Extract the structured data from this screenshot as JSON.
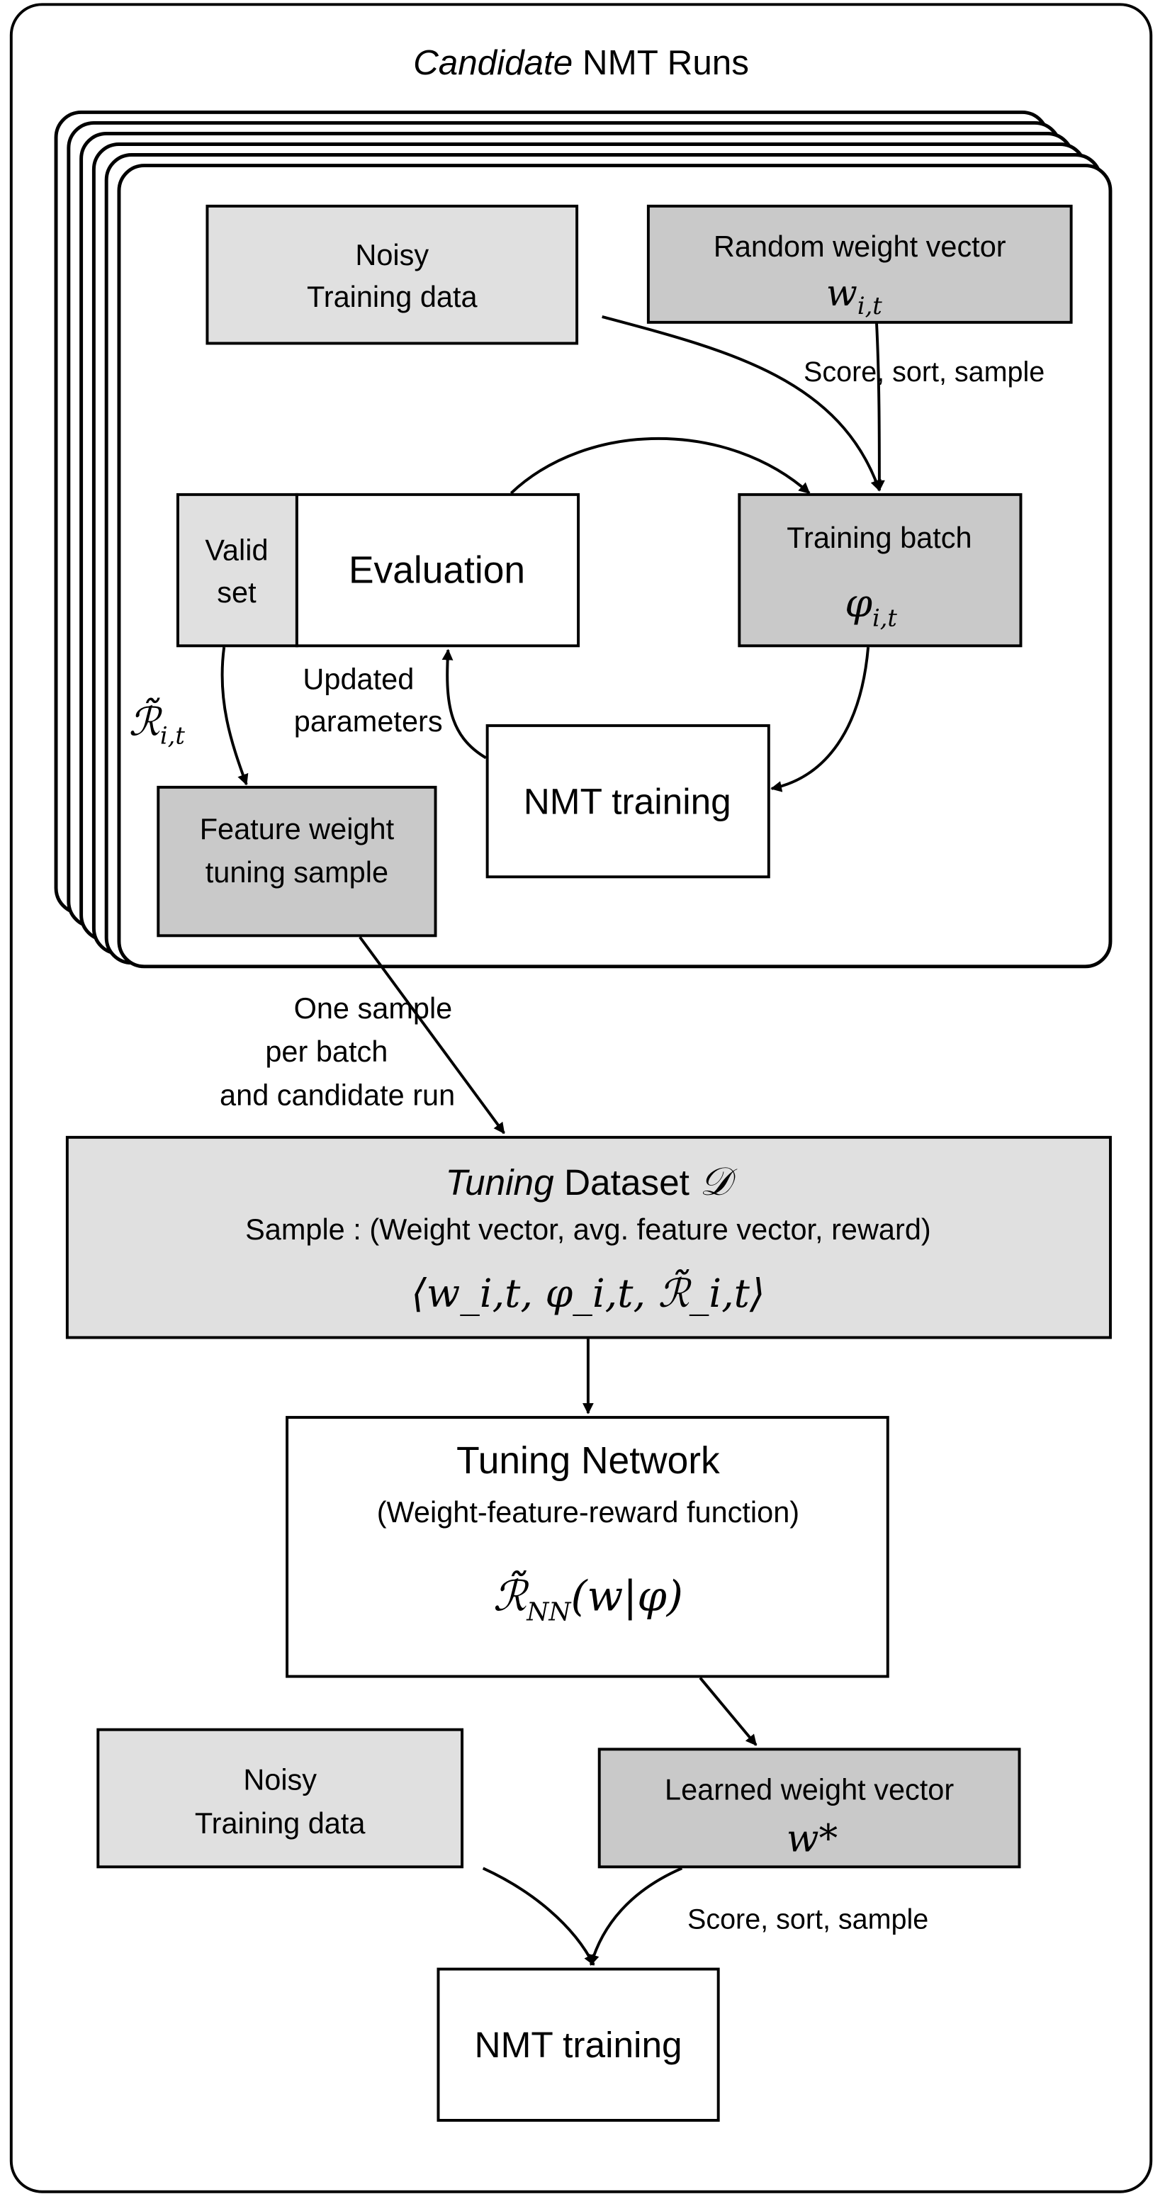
{
  "title": {
    "italic": "Candidate",
    "rest": " NMT Runs"
  },
  "colors": {
    "light": "#e0e0e0",
    "dark": "#c9c9c9",
    "stroke": "#000000"
  },
  "noisy_data": {
    "line1": "Noisy",
    "line2": "Training data"
  },
  "random_weight": {
    "label": "Random weight vector",
    "math": "w",
    "sub": "i,t"
  },
  "score_sort_sample_top": "Score, sort, sample",
  "valid_set": {
    "line1": "Valid",
    "line2": "set"
  },
  "evaluation": "Evaluation",
  "training_batch": {
    "label": "Training batch",
    "math": "φ",
    "sub": "i,t"
  },
  "updated_parameters": {
    "line1": "Updated",
    "line2": "parameters"
  },
  "reward_label": {
    "math": "ℛ̃",
    "sub": "i,t"
  },
  "nmt_training_inner": "NMT training",
  "feature_sample": {
    "line1": "Feature weight",
    "line2": "tuning sample"
  },
  "one_sample": {
    "line1": "One sample",
    "line2": "per batch",
    "line3": "and candidate run"
  },
  "tuning_dataset": {
    "italic": "Tuning",
    "rest": " Dataset ",
    "symbol": "𝒟",
    "sample": "Sample : (Weight vector, avg. feature vector, reward)",
    "math": "⟨w_i,t, φ_i,t, ℛ̃_i,t⟩"
  },
  "tuning_network": {
    "title": "Tuning Network",
    "subtitle": "(Weight-feature-reward function)",
    "math": "ℛ̃",
    "sub": "NN",
    "arg": "(w|φ)"
  },
  "noisy_data_bottom": {
    "line1": "Noisy",
    "line2": "Training data"
  },
  "learned_weight": {
    "label": "Learned weight vector",
    "math": "w*"
  },
  "score_sort_sample_bottom": "Score, sort, sample",
  "nmt_training_final": "NMT training"
}
